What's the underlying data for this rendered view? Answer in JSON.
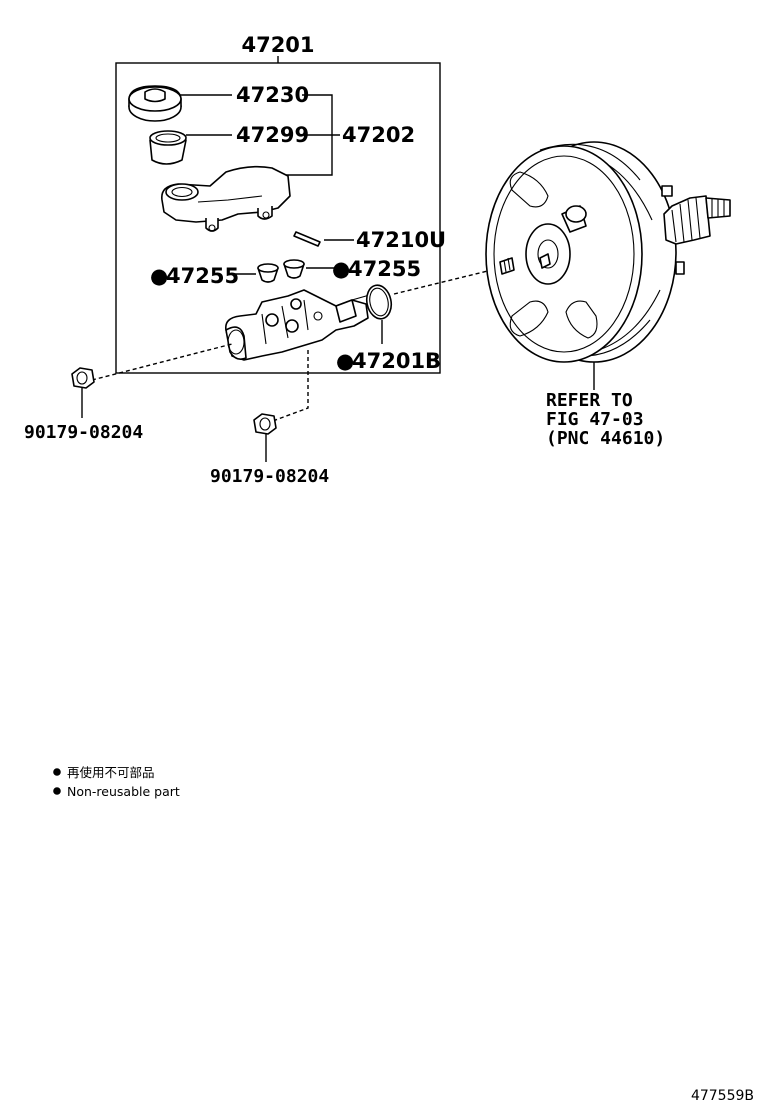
{
  "diagram": {
    "group_label": "47201",
    "parts": {
      "cap": "47230",
      "strainer": "47299",
      "reservoir_set": "47202",
      "pin": "47210U",
      "grommet_left": "47255",
      "grommet_right": "47255",
      "o_ring": "47201B",
      "nut_left": "90179-08204",
      "nut_bottom": "90179-08204"
    },
    "booster_reference": {
      "line1": "REFER TO",
      "line2": "FIG 47-03",
      "line3": "(PNC 44610)"
    },
    "non_reusable_marker": "●",
    "legend": {
      "japanese": "再使用不可部品",
      "english": "Non-reusable part"
    },
    "figure_id": "477559B"
  }
}
